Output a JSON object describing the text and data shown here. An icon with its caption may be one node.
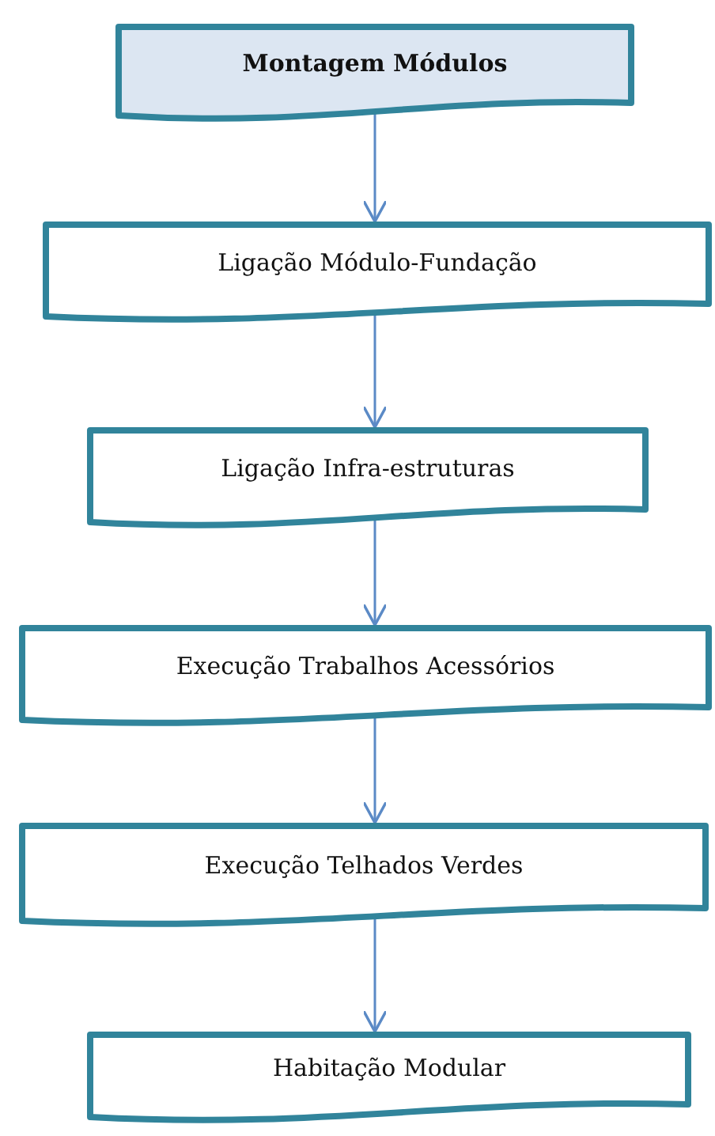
{
  "diagram": {
    "nodes": [
      {
        "text": [
          "Montagem Módulos"
        ]
      },
      {
        "text": [
          "Ligação Módulo-Fundação"
        ]
      },
      {
        "text": [
          "Ligação Infra-estruturas"
        ]
      },
      {
        "text": [
          "Execução Trabalhos Acessórios"
        ]
      },
      {
        "text": [
          "Execução Telhados Verdes"
        ]
      },
      {
        "text": [
          "Habitação Modular"
        ]
      }
    ],
    "edges": [
      {
        "from": 0,
        "to": 1,
        "arrow": "to"
      },
      {
        "from": 1,
        "to": 2,
        "arrow": "to"
      },
      {
        "from": 2,
        "to": 3,
        "arrow": "to"
      },
      {
        "from": 3,
        "to": 4,
        "arrow": "to"
      },
      {
        "from": 4,
        "to": 5,
        "arrow": "to"
      }
    ]
  }
}
